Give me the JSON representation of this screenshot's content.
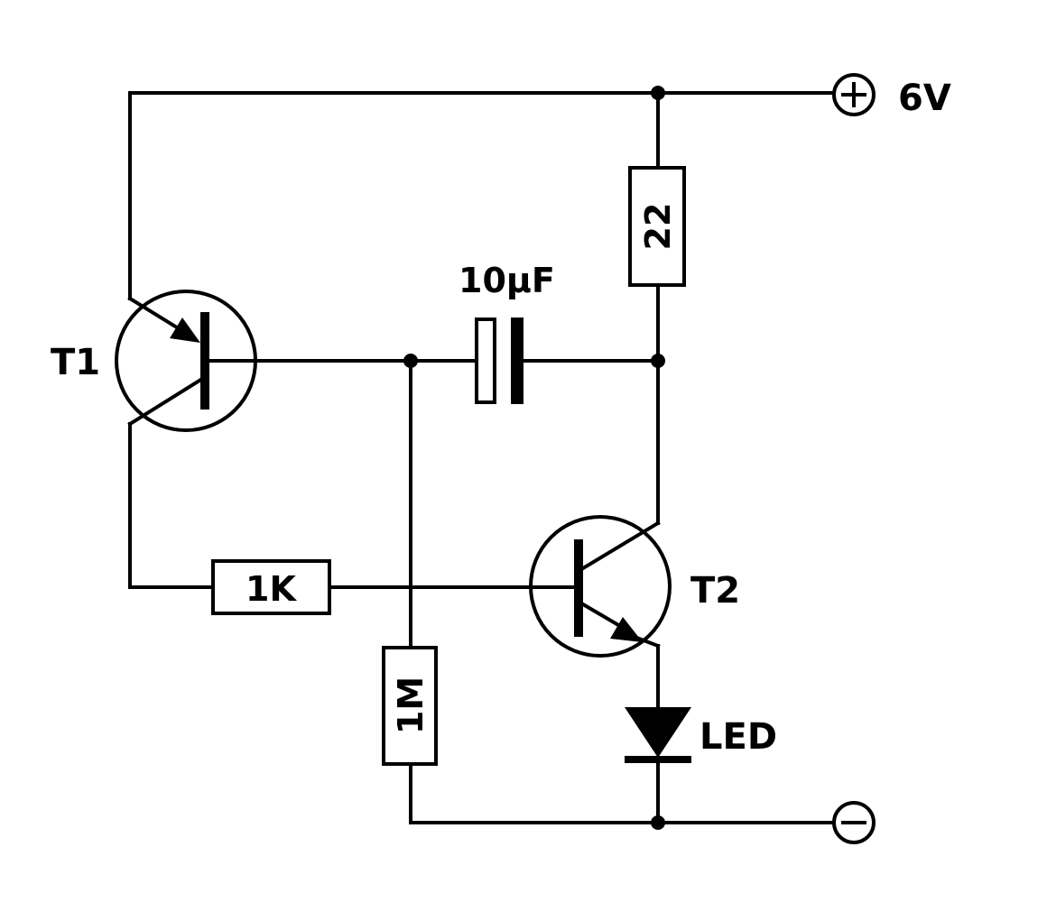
{
  "supply": {
    "positive_label": "6V"
  },
  "transistors": {
    "t1": "T1",
    "t2": "T2"
  },
  "capacitor": {
    "value": "10µF"
  },
  "resistors": {
    "r22": "22",
    "r1k": "1K",
    "r1m": "1M"
  },
  "diode": {
    "label": "LED"
  },
  "colors": {
    "ink": "#000000",
    "background": "#ffffff"
  }
}
